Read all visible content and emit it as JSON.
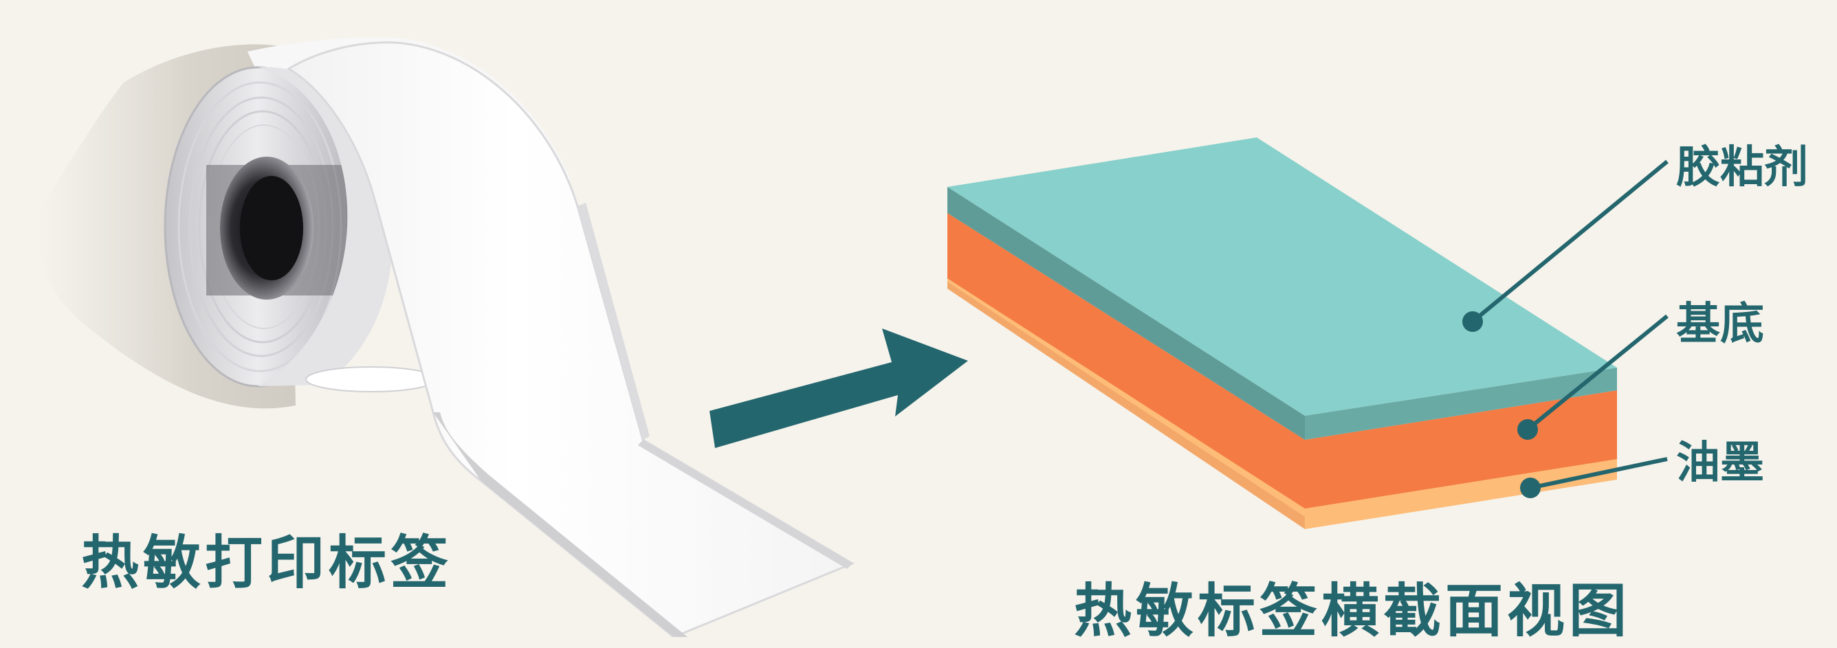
{
  "titles": {
    "left": "热敏打印标签",
    "right": "热敏标签横截面视图"
  },
  "layers": [
    {
      "label": "胶粘剂",
      "color": "#88d0cb"
    },
    {
      "label": "基底",
      "color": "#f47b43"
    },
    {
      "label": "油墨",
      "color": "#fdbc78"
    }
  ],
  "icons": {
    "roll": "thermal-label-roll-icon",
    "arrow": "right-arrow-icon"
  },
  "colors": {
    "background": "#f6f3ec",
    "text": "#24666e",
    "arrow": "#24666e",
    "leader": "#24666e"
  }
}
